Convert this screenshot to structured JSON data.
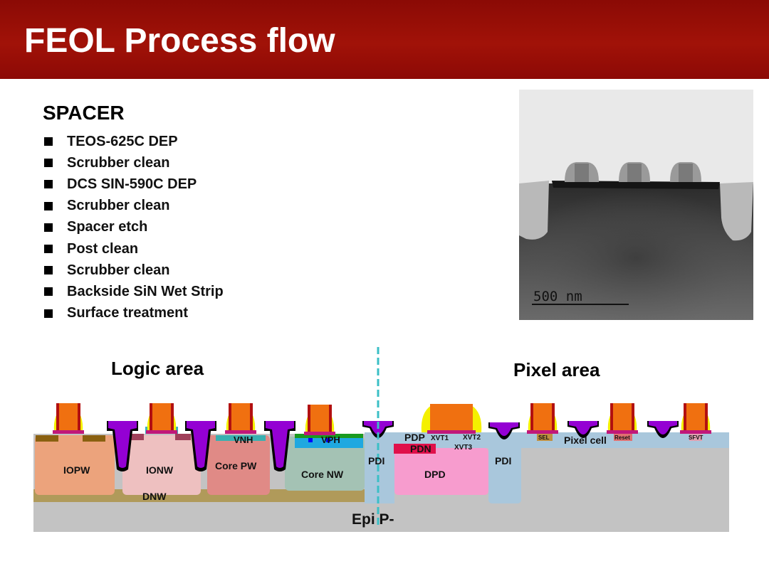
{
  "header": {
    "title": "FEOL Process flow"
  },
  "section": {
    "title": "SPACER"
  },
  "steps": [
    "TEOS-625C DEP",
    "Scrubber clean",
    "DCS SIN-590C DEP",
    "Scrubber clean",
    "Spacer etch",
    "Post clean",
    "Scrubber clean",
    "Backside SiN Wet Strip",
    "Surface treatment"
  ],
  "tem_image": {
    "scale_bar_label": "500 nm"
  },
  "diagram": {
    "logic_area_label": "Logic area",
    "pixel_area_label": "Pixel area",
    "regions": {
      "iopw": "IOPW",
      "ionw": "IONW",
      "core_pw": "Core PW",
      "core_nw": "Core NW",
      "dnw": "DNW",
      "vnh": "VNH",
      "vph": "VPH",
      "pdi_left": "PDI",
      "pdi_right": "PDI",
      "pdp": "PDP",
      "pdn": "PDN",
      "dpd": "DPD",
      "xvt1": "XVT1",
      "xvt2": "XVT2",
      "xvt3": "XVT3",
      "pixel_cell": "Pixel cell",
      "sel": "SEL",
      "reset": "Reset",
      "sfvt": "SFVT",
      "epi": "Epi P-"
    }
  }
}
